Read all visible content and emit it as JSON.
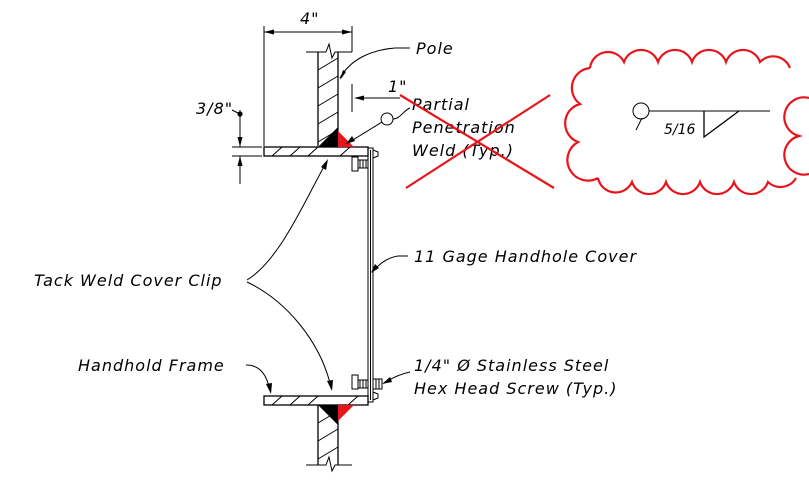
{
  "labels": {
    "pole": "Pole",
    "dim_width": "4\"",
    "dim_offset": "1\"",
    "dim_thickness": "3/8\"",
    "weld_note_line1": "Partial",
    "weld_note_line2": "Penetration",
    "weld_note_line3": "Weld (Typ.)",
    "cover": "11 Gage Handhole Cover",
    "tack_weld": "Tack Weld Cover Clip",
    "frame": "Handhold Frame",
    "screw_line1": "1/4\" Ø Stainless Steel",
    "screw_line2": "Hex Head Screw (Typ.)"
  },
  "weld_symbol": {
    "size": "5/16"
  },
  "colors": {
    "revision": "#e8141c",
    "line": "#000000"
  }
}
